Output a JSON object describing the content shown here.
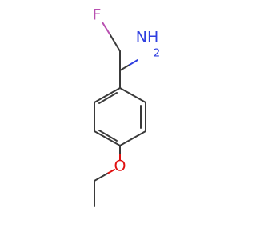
{
  "atoms": {
    "fluorine": {
      "label": "F",
      "color": "#b84fb0"
    },
    "amine": {
      "label": "NH2",
      "label_main": "NH",
      "label_sub": "2",
      "color": "#2f3fe0"
    },
    "oxygen": {
      "label": "O",
      "color": "#e01010"
    }
  },
  "bond_color": "#3a3a3a"
}
